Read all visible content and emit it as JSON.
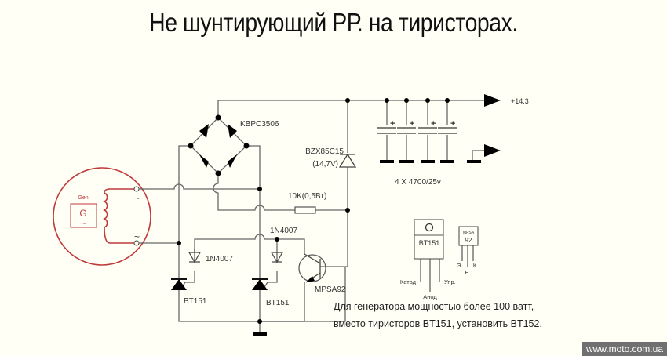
{
  "title": "Не шунтирующий РР. на тиристорах.",
  "generator": {
    "label": "Gen",
    "symbol": "G",
    "wave": "~",
    "terminal_top": "~",
    "terminal_bottom": "~"
  },
  "components": {
    "bridge": "KBPC3506",
    "zener_part": "BZX85C15",
    "zener_voltage": "(14,7V)",
    "resistor": "10K(0,5Вт)",
    "diode_1": "1N4007",
    "diode_2": "1N4007",
    "thyristor_1": "BT151",
    "thyristor_2": "BT151",
    "transistor": "MPSA92",
    "capacitors": "4 X 4700/25v",
    "cap_plus": "+"
  },
  "output": {
    "voltage": "+14.3"
  },
  "pinout": {
    "thyristor": {
      "name": "BT151",
      "pins": [
        "Катод",
        "Анод",
        "Упр."
      ]
    },
    "transistor": {
      "line1": "MPSA",
      "line2": "92",
      "pins": [
        "Э",
        "Б",
        "К"
      ]
    }
  },
  "note": {
    "line1": "Для генератора мощностью более 100 ватт,",
    "line2": "вместо тиристоров BT151, установить BT152."
  },
  "watermark": "www.moto.com.ua",
  "colors": {
    "background": "#fffff5",
    "generator": "#c0393b",
    "wire": "#666666"
  }
}
